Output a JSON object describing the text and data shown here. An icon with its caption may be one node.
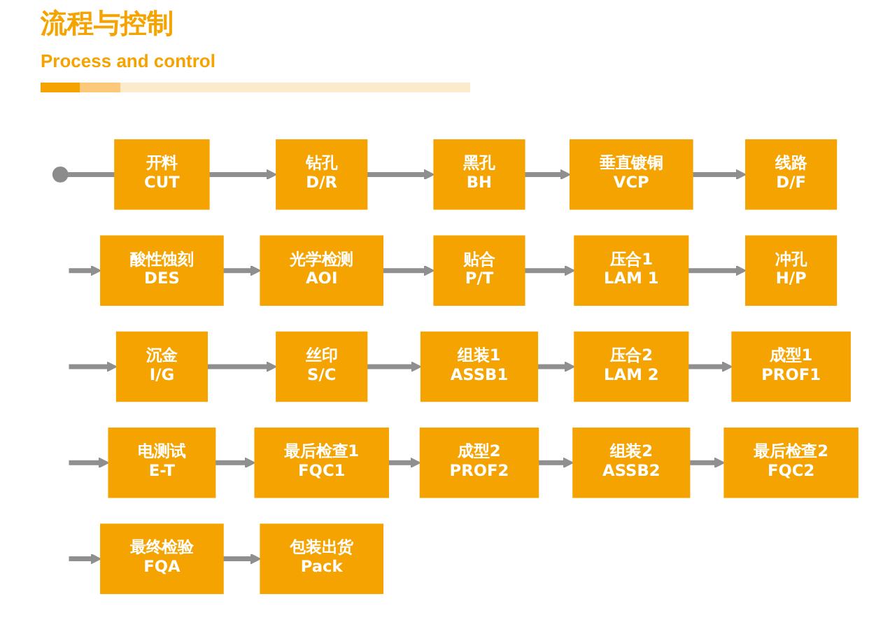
{
  "diagram": {
    "title": "流程与控制",
    "nodes": [
      {
        "text": [],
        "shape": "circle"
      },
      {
        "text": [
          "开料",
          "CUT"
        ]
      },
      {
        "text": [
          "钻孔",
          "D/R"
        ]
      },
      {
        "text": [
          "黑孔",
          "BH"
        ]
      },
      {
        "text": [
          "垂直镀铜",
          "VCP"
        ]
      },
      {
        "text": [
          "线路",
          "D/F"
        ]
      },
      {
        "text": [
          "酸性蚀刻",
          "DES"
        ]
      },
      {
        "text": [
          "光学检测",
          "AOI"
        ]
      },
      {
        "text": [
          "贴合",
          "P/T"
        ]
      },
      {
        "text": [
          "压合1",
          "LAM 1"
        ]
      },
      {
        "text": [
          "冲孔",
          "H/P"
        ]
      },
      {
        "text": [
          "沉金",
          "I/G"
        ]
      },
      {
        "text": [
          "丝印",
          "S/C"
        ]
      },
      {
        "text": [
          "组装1",
          "ASSB1"
        ]
      },
      {
        "text": [
          "压合2",
          "LAM 2"
        ]
      },
      {
        "text": [
          "成型1",
          "PROF1"
        ]
      },
      {
        "text": [
          "电测试",
          "E-T"
        ]
      },
      {
        "text": [
          "最后检查1",
          "FQC1"
        ]
      },
      {
        "text": [
          "成型2",
          "PROF2"
        ]
      },
      {
        "text": [
          "组装2",
          "ASSB2"
        ]
      },
      {
        "text": [
          "最后检查2",
          "FQC2"
        ]
      },
      {
        "text": [
          "最终检验",
          "FQA"
        ]
      },
      {
        "text": [
          "包装出货",
          "Pack"
        ]
      }
    ],
    "edges": [
      {
        "from": 0,
        "to": 1,
        "arrow": "none"
      },
      {
        "from": 1,
        "to": 2,
        "arrow": "to"
      },
      {
        "from": 2,
        "to": 3,
        "arrow": "to"
      },
      {
        "from": 3,
        "to": 4,
        "arrow": "to"
      },
      {
        "from": 4,
        "to": 5,
        "arrow": "to"
      },
      {
        "from": null,
        "to": 6,
        "arrow": "to"
      },
      {
        "from": 6,
        "to": 7,
        "arrow": "to"
      },
      {
        "from": 7,
        "to": 8,
        "arrow": "to"
      },
      {
        "from": 8,
        "to": 9,
        "arrow": "to"
      },
      {
        "from": 9,
        "to": 10,
        "arrow": "to"
      },
      {
        "from": null,
        "to": 11,
        "arrow": "to"
      },
      {
        "from": 11,
        "to": 12,
        "arrow": "to"
      },
      {
        "from": 12,
        "to": 13,
        "arrow": "to"
      },
      {
        "from": 13,
        "to": 14,
        "arrow": "to"
      },
      {
        "from": 14,
        "to": 15,
        "arrow": "to"
      },
      {
        "from": null,
        "to": 16,
        "arrow": "to"
      },
      {
        "from": 16,
        "to": 17,
        "arrow": "to"
      },
      {
        "from": 17,
        "to": 18,
        "arrow": "to"
      },
      {
        "from": 18,
        "to": 19,
        "arrow": "to"
      },
      {
        "from": 19,
        "to": 20,
        "arrow": "to"
      },
      {
        "from": null,
        "to": 21,
        "arrow": "to"
      },
      {
        "from": 21,
        "to": 22,
        "arrow": "to"
      }
    ],
    "labels": [
      "Process and control"
    ]
  }
}
